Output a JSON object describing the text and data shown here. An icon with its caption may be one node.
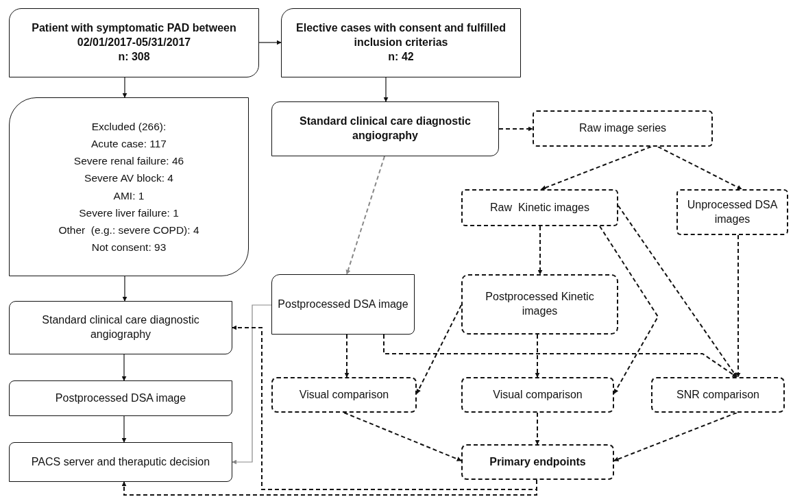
{
  "diagram": {
    "nodes": [
      {
        "text": [
          "Patient with symptomatic PAD between 02/01/2017-05/31/2017",
          "n: 308"
        ]
      },
      {
        "text": [
          "Elective cases with consent and fulfilled inclusion criterias",
          "n: 42"
        ]
      },
      {
        "text": [
          "Excluded (266):",
          "Acute case: 117",
          "Severe renal failure: 46",
          "Severe AV block: 4",
          "AMI: 1",
          "Severe liver failure: 1",
          "Other  (e.g.: severe COPD): 4",
          "Not consent: 93"
        ]
      },
      {
        "text": [
          "Standard clinical care diagnostic angiography"
        ]
      },
      {
        "text": [
          "Raw image series"
        ]
      },
      {
        "text": [
          "Raw  Kinetic images"
        ]
      },
      {
        "text": [
          "Unprocessed DSA images"
        ]
      },
      {
        "text": [
          "Standard clinical care diagnostic angiography"
        ]
      },
      {
        "text": [
          "Postprocessed DSA image"
        ]
      },
      {
        "text": [
          "Postprocessed Kinetic images"
        ]
      },
      {
        "text": [
          "Postprocessed DSA image"
        ]
      },
      {
        "text": [
          "Visual comparison"
        ]
      },
      {
        "text": [
          "Visual comparison"
        ]
      },
      {
        "text": [
          "SNR comparison"
        ]
      },
      {
        "text": [
          "PACS server and theraputic decision"
        ]
      },
      {
        "text": [
          "Primary endpoints"
        ]
      }
    ],
    "edges": [
      {
        "from": 0,
        "to": 1,
        "arrow": "to"
      },
      {
        "from": 0,
        "to": 2,
        "arrow": "to"
      },
      {
        "from": 1,
        "to": 3,
        "arrow": "to"
      },
      {
        "from": 3,
        "to": 4,
        "arrow": "to",
        "style": "dashed"
      },
      {
        "from": 4,
        "to": 5,
        "arrow": "to",
        "style": "dashed"
      },
      {
        "from": 4,
        "to": 6,
        "arrow": "to",
        "style": "dashed"
      },
      {
        "from": 3,
        "to": 8,
        "arrow": "to",
        "style": "dashed",
        "color": "#888888"
      },
      {
        "from": 2,
        "to": 7,
        "arrow": "to"
      },
      {
        "from": 7,
        "to": 10,
        "arrow": "to"
      },
      {
        "from": 10,
        "to": 14,
        "arrow": "to"
      },
      {
        "from": 8,
        "to": 14,
        "arrow": "to",
        "color": "#888888"
      },
      {
        "from": 5,
        "to": 9,
        "arrow": "to",
        "style": "dashed"
      },
      {
        "from": 5,
        "to": 12,
        "arrow": "to",
        "style": "dashed"
      },
      {
        "from": 5,
        "to": 13,
        "arrow": "to",
        "style": "dashed"
      },
      {
        "from": 6,
        "to": 13,
        "arrow": "to",
        "style": "dashed"
      },
      {
        "from": 8,
        "to": 11,
        "arrow": "to",
        "style": "dashed"
      },
      {
        "from": 9,
        "to": 11,
        "arrow": "to",
        "style": "dashed"
      },
      {
        "from": 8,
        "to": 13,
        "arrow": "to",
        "style": "dashed"
      },
      {
        "from": 9,
        "to": 12,
        "arrow": "to",
        "style": "dashed"
      },
      {
        "from": 11,
        "to": 15,
        "arrow": "to",
        "style": "dashed"
      },
      {
        "from": 12,
        "to": 15,
        "arrow": "to",
        "style": "dashed"
      },
      {
        "from": 13,
        "to": 15,
        "arrow": "to",
        "style": "dashed"
      },
      {
        "from": 15,
        "to": 7,
        "arrow": "to",
        "style": "dashed"
      },
      {
        "from": 15,
        "to": 14,
        "arrow": "to",
        "style": "dashed"
      }
    ]
  }
}
